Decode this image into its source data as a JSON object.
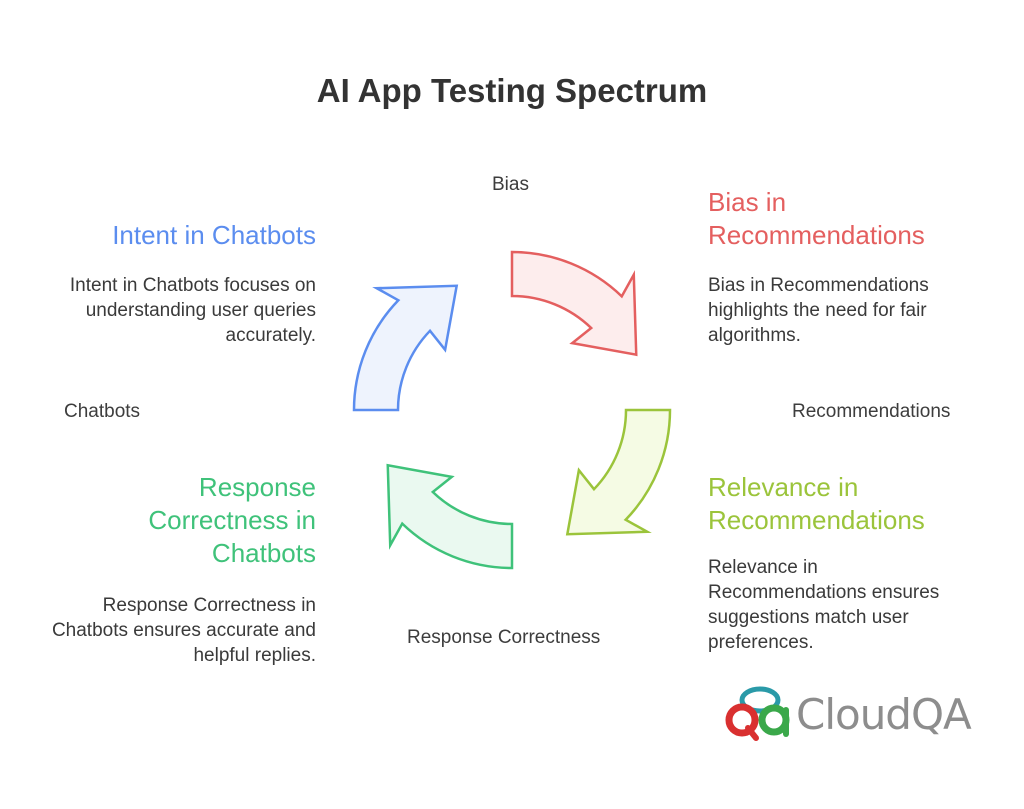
{
  "title": "AI App Testing Spectrum",
  "axes": {
    "top": "Bias",
    "left": "Chatbots",
    "right": "Recommendations",
    "bottom": "Response Correctness"
  },
  "quadrants": {
    "top_left": {
      "heading": "Intent in Chatbots",
      "description": "Intent in Chatbots focuses on understanding user queries accurately.",
      "stroke": "#5b8def",
      "fill": "#eef3fd"
    },
    "top_right": {
      "heading": "Bias in Recommendations",
      "description": "Bias in Recommendations highlights the need for fair algorithms.",
      "stroke": "#e45f5f",
      "fill": "#fdeded"
    },
    "bottom_left": {
      "heading": "Response Correctness in Chatbots",
      "description": "Response Correctness in Chatbots ensures accurate and helpful replies.",
      "stroke": "#3fc27a",
      "fill": "#eaf9f0"
    },
    "bottom_right": {
      "heading": "Relevance in Recommendations",
      "description": "Relevance in Recommendations ensures suggestions match user preferences.",
      "stroke": "#9bc43b",
      "fill": "#f5fbe4"
    }
  },
  "logo": {
    "text": "CloudQA",
    "mark": "Qa",
    "colors": {
      "q": "#d93030",
      "a": "#3aa84a",
      "bubble": "#2a9aa8"
    }
  }
}
